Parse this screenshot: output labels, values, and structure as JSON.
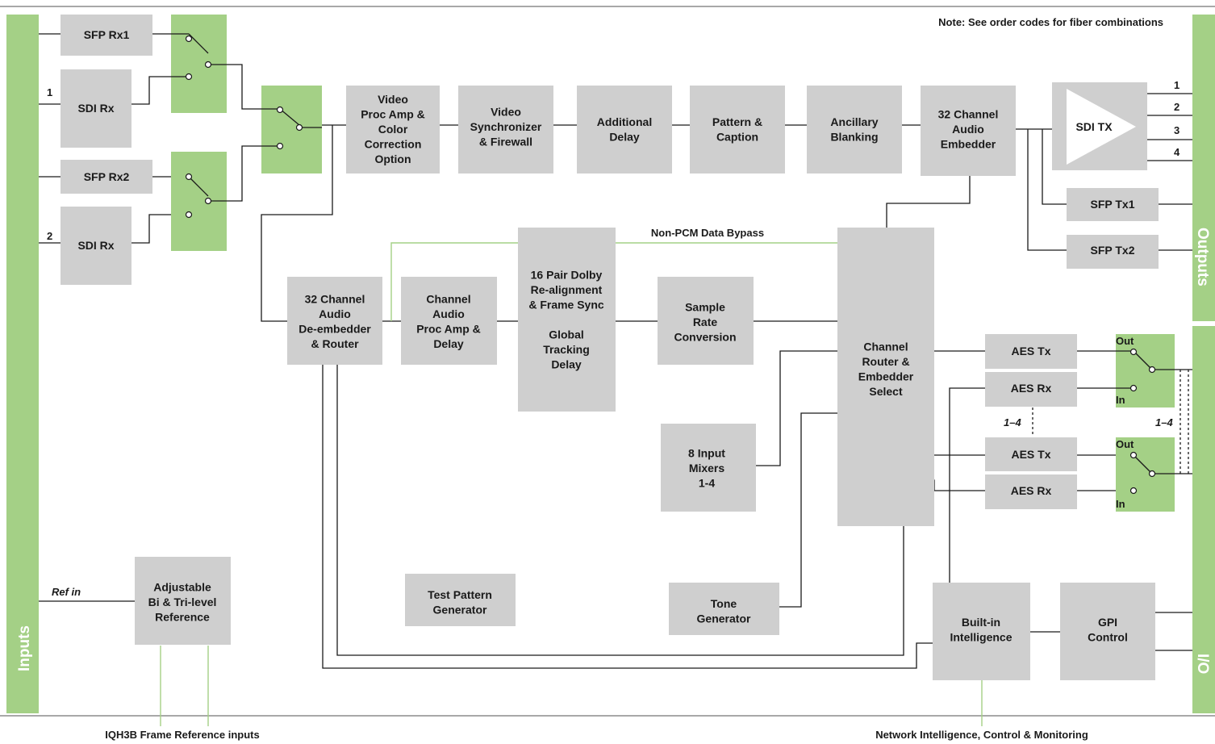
{
  "note": "Note:  See order codes for fiber combinations",
  "side_labels": {
    "inputs": "Inputs",
    "outputs": "Outputs",
    "io": "I/O"
  },
  "footer": {
    "left": "IQH3B Frame Reference inputs",
    "right": "Network Intelligence, Control & Monitoring"
  },
  "labels": {
    "in1": "1",
    "in2": "2",
    "ref_in": "Ref in",
    "bypass": "Non-PCM Data Bypass",
    "out1": "1",
    "out2": "2",
    "out3": "3",
    "out4": "4",
    "range_a": "1–4",
    "range_b": "1–4",
    "out_a": "Out",
    "in_a": "In",
    "out_b": "Out",
    "in_b": "In"
  },
  "blocks": {
    "sfp_rx1": [
      "SFP Rx1"
    ],
    "sdi_rx1": [
      "SDI Rx"
    ],
    "sfp_rx2": [
      "SFP Rx2"
    ],
    "sdi_rx2": [
      "SDI Rx"
    ],
    "proc_amp": [
      "Video",
      "Proc Amp &",
      "Color",
      "Correction",
      "Option"
    ],
    "synchronizer": [
      "Video",
      "Synchronizer",
      "& Firewall"
    ],
    "delay": [
      "Additional",
      "Delay"
    ],
    "pattern": [
      "Pattern &",
      "Caption"
    ],
    "blanking": [
      "Ancillary",
      "Blanking"
    ],
    "embedder": [
      "32 Channel",
      "Audio",
      "Embedder"
    ],
    "sdi_tx": [
      "SDI TX"
    ],
    "sfp_tx1": [
      "SFP Tx1"
    ],
    "sfp_tx2": [
      "SFP Tx2"
    ],
    "deembedder": [
      "32 Channel",
      "Audio",
      "De-embedder",
      "& Router"
    ],
    "audio_proc": [
      "Channel",
      "Audio",
      "Proc Amp &",
      "Delay"
    ],
    "dolby": [
      "16 Pair Dolby",
      "Re-alignment",
      "& Frame Sync",
      "",
      "Global",
      "Tracking",
      "Delay"
    ],
    "src": [
      "Sample",
      "Rate",
      "Conversion"
    ],
    "router": [
      "Channel",
      "Router &",
      "Embedder",
      "Select"
    ],
    "aes_tx1": [
      "AES Tx"
    ],
    "aes_rx1": [
      "AES Rx"
    ],
    "aes_tx2": [
      "AES Tx"
    ],
    "aes_rx2": [
      "AES Rx"
    ],
    "mixers": [
      "8 Input",
      "Mixers",
      "1-4"
    ],
    "reference": [
      "Adjustable",
      "Bi & Tri-level",
      "Reference"
    ],
    "test_pattern": [
      "Test Pattern",
      "Generator"
    ],
    "tone": [
      "Tone",
      "Generator"
    ],
    "intelligence": [
      "Built-in",
      "Intelligence"
    ],
    "gpi": [
      "GPI",
      "Control"
    ]
  },
  "colors": {
    "block": "#cfcfcf",
    "accent": "#a4d086",
    "line": "#1a1a1a"
  }
}
